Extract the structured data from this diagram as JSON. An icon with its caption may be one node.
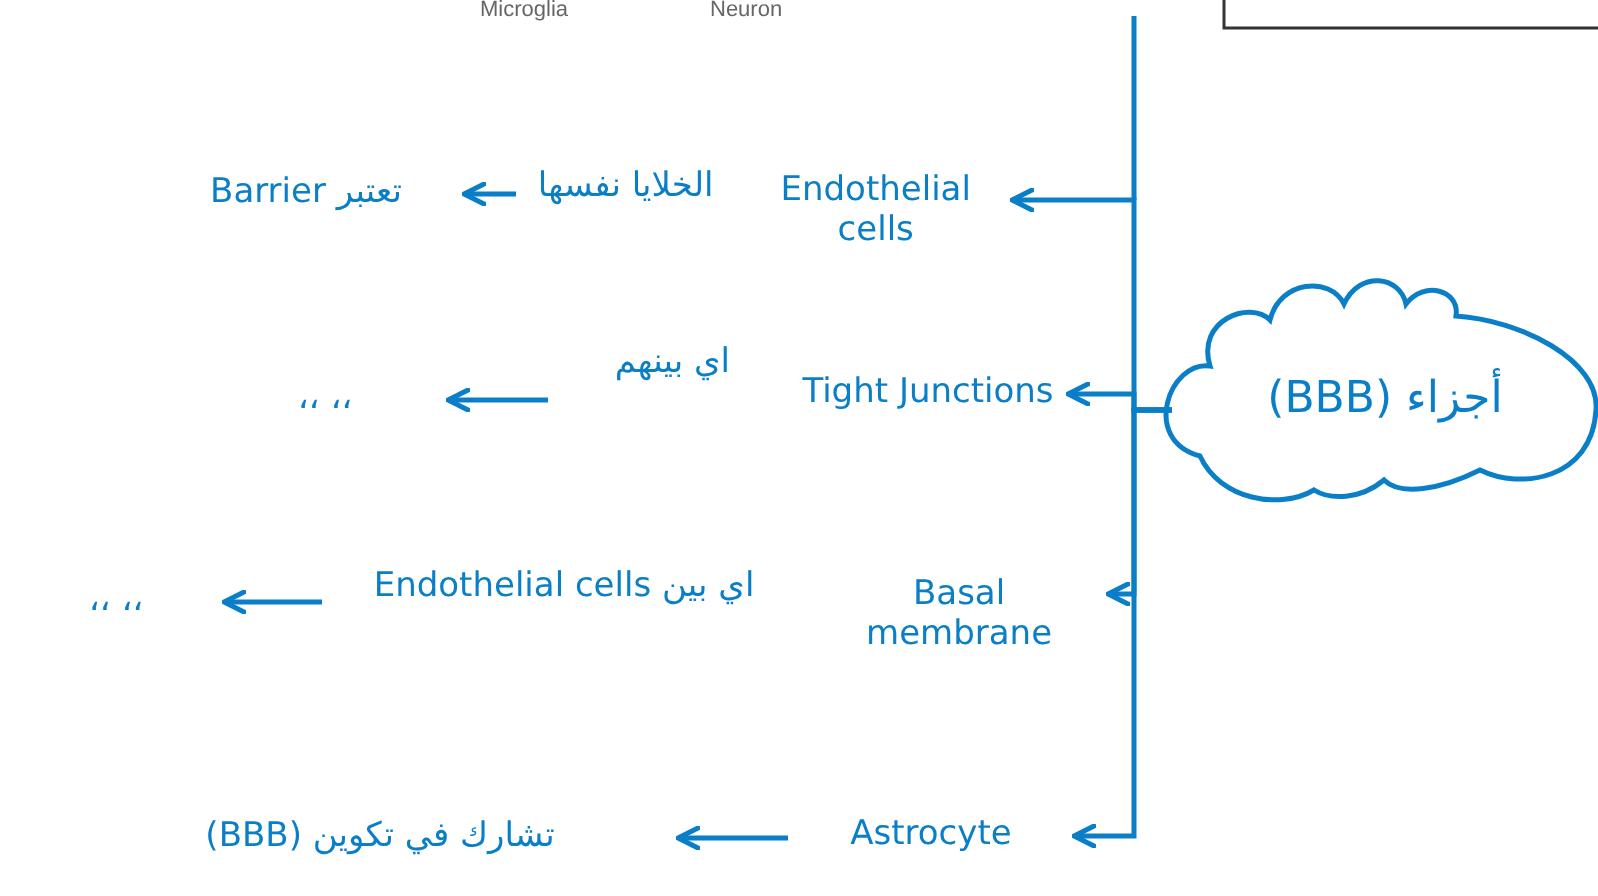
{
  "diagram": {
    "nodes": [
      {
        "text": [
          "أجزاء (BBB)"
        ]
      },
      {
        "text": [
          "Endothelial cells"
        ],
        "beside": [
          "الخلايا نفسها"
        ]
      },
      {
        "text": [
          "تعتبر Barrier"
        ]
      },
      {
        "text": [
          "Tight Junctions"
        ],
        "beside": [
          "اي بينهم"
        ]
      },
      {
        "text": [
          "،،      ،،"
        ]
      },
      {
        "text": [
          "Basal membrane"
        ],
        "beside": [
          "اي بين Endothelial cells"
        ]
      },
      {
        "text": [
          "،،      ،،"
        ]
      },
      {
        "text": [
          "Astrocyte"
        ]
      },
      {
        "text": [
          "تشارك في تكوين (BBB)"
        ]
      }
    ],
    "edges": [
      {
        "from": 0,
        "to": 1,
        "arrow": "to"
      },
      {
        "from": 0,
        "to": 3,
        "arrow": "to"
      },
      {
        "from": 0,
        "to": 5,
        "arrow": "to"
      },
      {
        "from": 0,
        "to": 7,
        "arrow": "to"
      },
      {
        "from": 1,
        "to": 2,
        "arrow": "to"
      },
      {
        "from": 3,
        "to": 4,
        "arrow": "to"
      },
      {
        "from": 5,
        "to": 6,
        "arrow": "to"
      },
      {
        "from": 7,
        "to": 8,
        "arrow": "to"
      }
    ],
    "labels": [
      "Microglia",
      "Neuron"
    ]
  }
}
